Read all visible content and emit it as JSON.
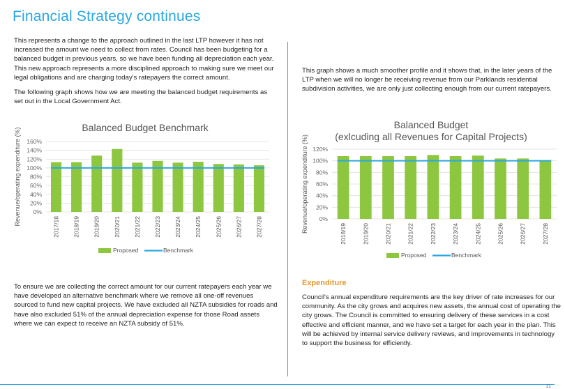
{
  "page": {
    "title": "Financial Strategy continues",
    "page_number": "21"
  },
  "left": {
    "para1": "This represents a change to the approach outlined in the last LTP however it has not increased the amount we need to collect from rates.  Council has been budgeting for a balanced budget in previous years, so we have been funding all depreciation each year. This new approach represents a more disciplined approach to making sure we meet our legal obligations and are charging today's ratepayers the correct amount.",
    "para2": "The following graph shows how we are meeting the balanced budget requirements as set out in the Local Government Act.",
    "para3": "To ensure we are collecting the correct amount for our current ratepayers each year we have developed an alternative benchmark where we remove all one-off revenues sourced to fund new capital projects.  We have excluded all NZTA subsidies for roads and have also excluded 51% of the annual depreciation expense for those Road assets where we can expect to receive an NZTA subsidy of 51%."
  },
  "right": {
    "para1": "This graph shows a much smoother profile and it shows that, in the later years of the LTP when we will no longer be receiving revenue from our Parklands residential subdivision activities, we are only just collecting enough from our current ratepayers.",
    "heading": "Expenditure",
    "para2": "Council's annual expenditure requirements are the key driver of rate increases for our community.  As the city grows and acquires new assets, the annual cost of operating the city grows.  The Council is committed to ensuring delivery of these services in a cost effective and efficient manner, and we have set a target for each year in the plan.  This will be achieved by internal service delivery reviews, and improvements in technology to support the business for efficiently."
  },
  "colors": {
    "accent": "#29a8e0",
    "bar": "#8dc63f",
    "heading": "#e8982b"
  },
  "chart_data": [
    {
      "type": "bar",
      "title": "Balanced Budget Benchmark",
      "ylabel": "Revenue/operating expenditure (%)",
      "categories": [
        "2017/18",
        "2018/19",
        "2019/20",
        "2020/21",
        "2021/22",
        "2022/23",
        "2023/24",
        "2024/25",
        "2025/26",
        "2026/27",
        "2027/28"
      ],
      "yticks": [
        "0%",
        "20%",
        "40%",
        "60%",
        "80%",
        "100%",
        "120%",
        "140%",
        "160%"
      ],
      "ylim": [
        0,
        160
      ],
      "series": [
        {
          "name": "Proposed",
          "type": "bar",
          "values": [
            113,
            113,
            128,
            143,
            112,
            116,
            112,
            114,
            109,
            108,
            106
          ]
        },
        {
          "name": "Benchmark",
          "type": "line",
          "values": [
            100,
            100,
            100,
            100,
            100,
            100,
            100,
            100,
            100,
            100,
            100
          ]
        }
      ],
      "legend": "bottom",
      "grid": true
    },
    {
      "type": "bar",
      "title": "Balanced Budget\n(exlcuding all Revenues for Capital Projects)",
      "title_lines": [
        "Balanced Budget",
        "(exlcuding all Revenues for Capital Projects)"
      ],
      "ylabel": "Revenue/operating expenditure (%)",
      "categories": [
        "2018/19",
        "2019/20",
        "2020/21",
        "2021/22",
        "2022/23",
        "2023/24",
        "2024/25",
        "2025/26",
        "2026/27",
        "2027/28"
      ],
      "yticks": [
        "0%",
        "20%",
        "40%",
        "60%",
        "80%",
        "100%",
        "120%"
      ],
      "ylim": [
        0,
        120
      ],
      "series": [
        {
          "name": "Proposed",
          "type": "bar",
          "values": [
            108,
            108,
            108,
            108,
            110,
            108,
            109,
            104,
            104,
            101
          ]
        },
        {
          "name": "Benchmark",
          "type": "line",
          "values": [
            100,
            100,
            100,
            100,
            100,
            100,
            100,
            100,
            100,
            100
          ]
        }
      ],
      "legend": "bottom",
      "grid": true
    }
  ]
}
